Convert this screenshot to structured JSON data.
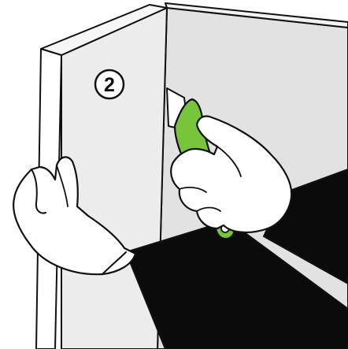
{
  "step": {
    "number": "2"
  },
  "colors": {
    "background": "#ffffff",
    "panel": "#e2e2e2",
    "panel_edge": "#f2f2f2",
    "outline": "#111111",
    "sleeve": "#0b0b0b",
    "skin": "#ffffff",
    "knife_handle": "#78c43a",
    "blade": "#ffffff"
  },
  "icons": {
    "step_badge": "numbered-circle-badge",
    "tool": "utility-knife-icon",
    "hands": "gloved-hands-illustration"
  }
}
